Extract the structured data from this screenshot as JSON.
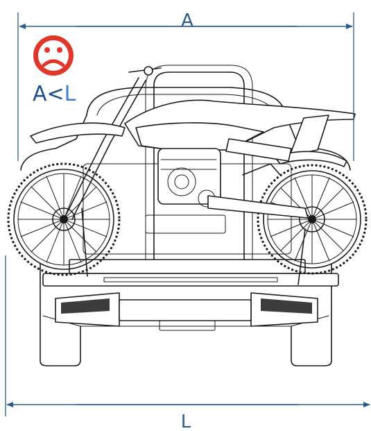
{
  "labels": {
    "top_dimension": "A",
    "bottom_dimension": "L",
    "comparison": {
      "left": "A",
      "operator": "<",
      "right": "L"
    }
  },
  "icons": {
    "status": "sad-face-icon"
  },
  "colors": {
    "dimension": "#2b5a8c",
    "comparison_text": "#1d4e8a",
    "comparison_right": "#3b7fd0",
    "sad_face": "#e0362c",
    "line_art": "#1a1a1a"
  }
}
